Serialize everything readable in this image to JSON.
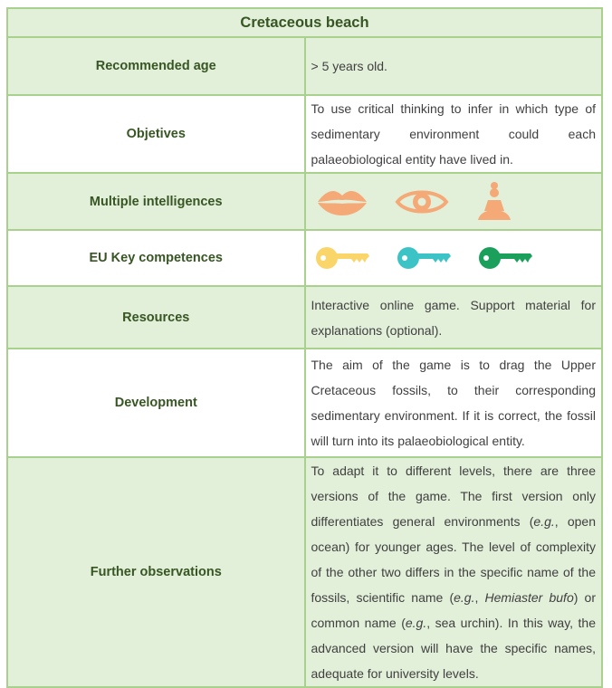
{
  "title": "Cretaceous beach",
  "rows": {
    "age": {
      "label": "Recommended age",
      "value": "> 5 years old."
    },
    "objectives": {
      "label": "Objetives",
      "value": "To use critical thinking to infer in which type of sedimentary environment could each palaeobiological entity have lived in."
    },
    "intelligences": {
      "label": "Multiple intelligences",
      "icons": [
        "lips-icon",
        "eye-icon",
        "meditation-icon"
      ],
      "colors": [
        "#f4a976",
        "#f4a976",
        "#f4a976"
      ]
    },
    "competences": {
      "label": "EU Key competences",
      "icons": [
        "key-icon",
        "key-icon",
        "key-icon"
      ],
      "colors": [
        "#f9d56a",
        "#3cc3c6",
        "#1aa05a"
      ]
    },
    "resources": {
      "label": "Resources",
      "value": "Interactive online game. Support material for explanations (optional)."
    },
    "development": {
      "label": "Development",
      "value": "The aim of the game is to drag the Upper Cretaceous fossils, to their corresponding sedimentary environment. If it is correct, the fossil will turn into its palaeobiological entity."
    },
    "observations": {
      "label": "Further observations",
      "p1": "To adapt it to different levels, there are three versions of the game. The first version only differentiates general environments (",
      "eg1": "e.g.",
      "p2": ", open ocean) for younger ages. The level of complexity of the other two differs in the specific name of the fossils, scientific name (",
      "eg2": "e.g.",
      "p3": ", ",
      "species": "Hemiaster bufo",
      "p4": ") or common name (",
      "eg3": "e.g.",
      "p5": ", sea urchin). In this way, the advanced version will have the specific names, adequate for university levels."
    }
  }
}
